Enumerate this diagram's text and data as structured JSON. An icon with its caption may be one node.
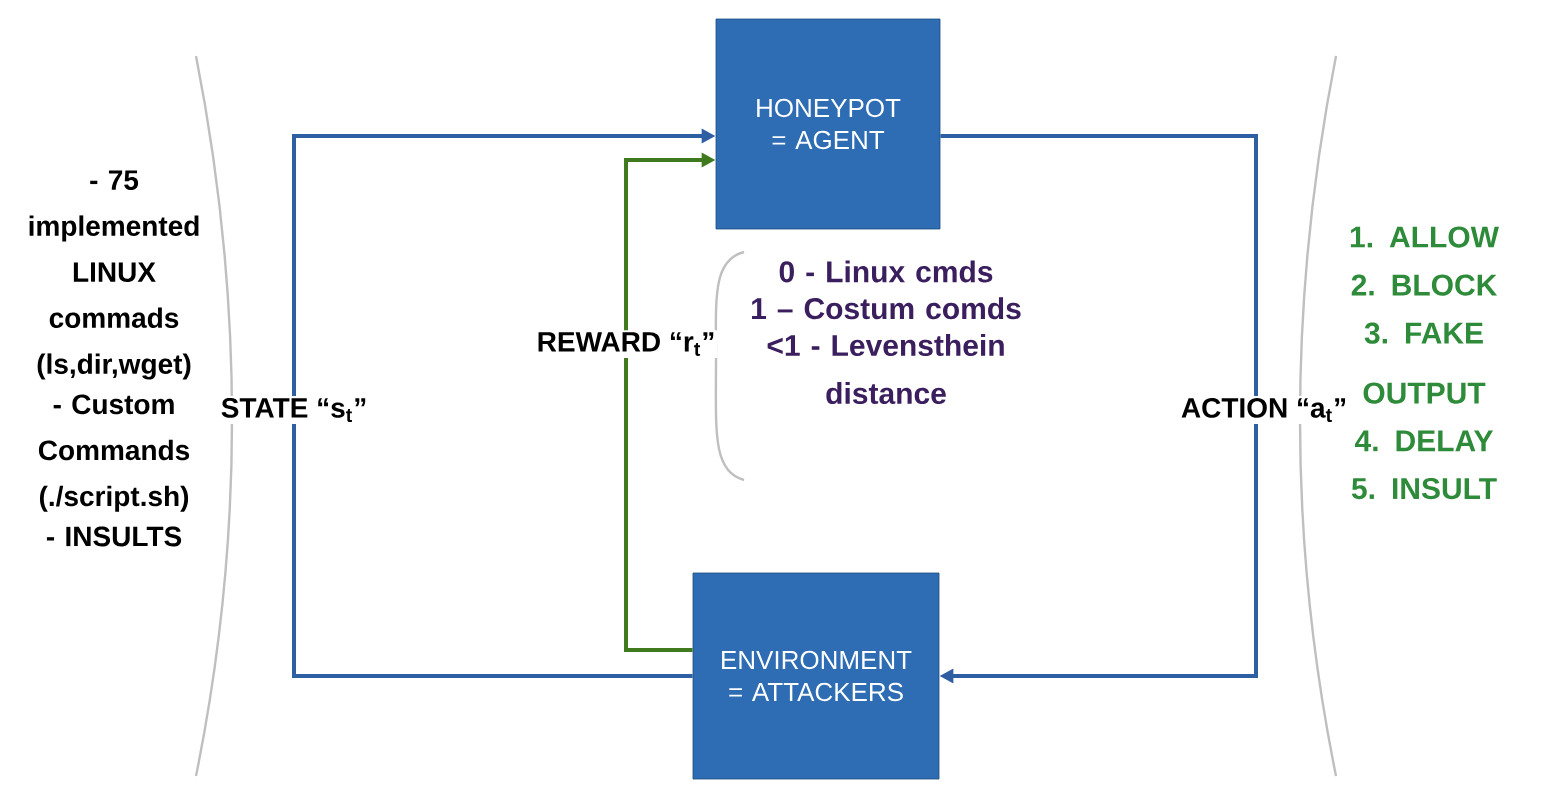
{
  "diagram": {
    "nodes": [
      {
        "text": [
          "HONEYPOT = AGENT"
        ]
      },
      {
        "text": [
          "ENVIRONMENT = ATTACKERS"
        ]
      }
    ],
    "edges": [
      {
        "from": 1,
        "to": 0,
        "arrow": "to",
        "label": "STATE “s$_{t}$”"
      },
      {
        "from": 1,
        "to": 0,
        "arrow": "to",
        "label": "REWARD “r$_{t}$”",
        "color": "#3f7a1e"
      },
      {
        "from": 0,
        "to": 1,
        "arrow": "to",
        "label": "ACTION “a$_{t}$”"
      }
    ],
    "labels": [
      "- 75 implemented LINUX commads (ls,dir,wget)",
      "- Custom Commands (./script.sh)",
      "- INSULTS",
      "0 - Linux cmds",
      "1 – Costum comds",
      "<1 - Levensthein distance",
      "1. ALLOW",
      "2. BLOCK",
      "3. FAKE OUTPUT",
      "4. DELAY",
      "5. INSULT"
    ]
  }
}
